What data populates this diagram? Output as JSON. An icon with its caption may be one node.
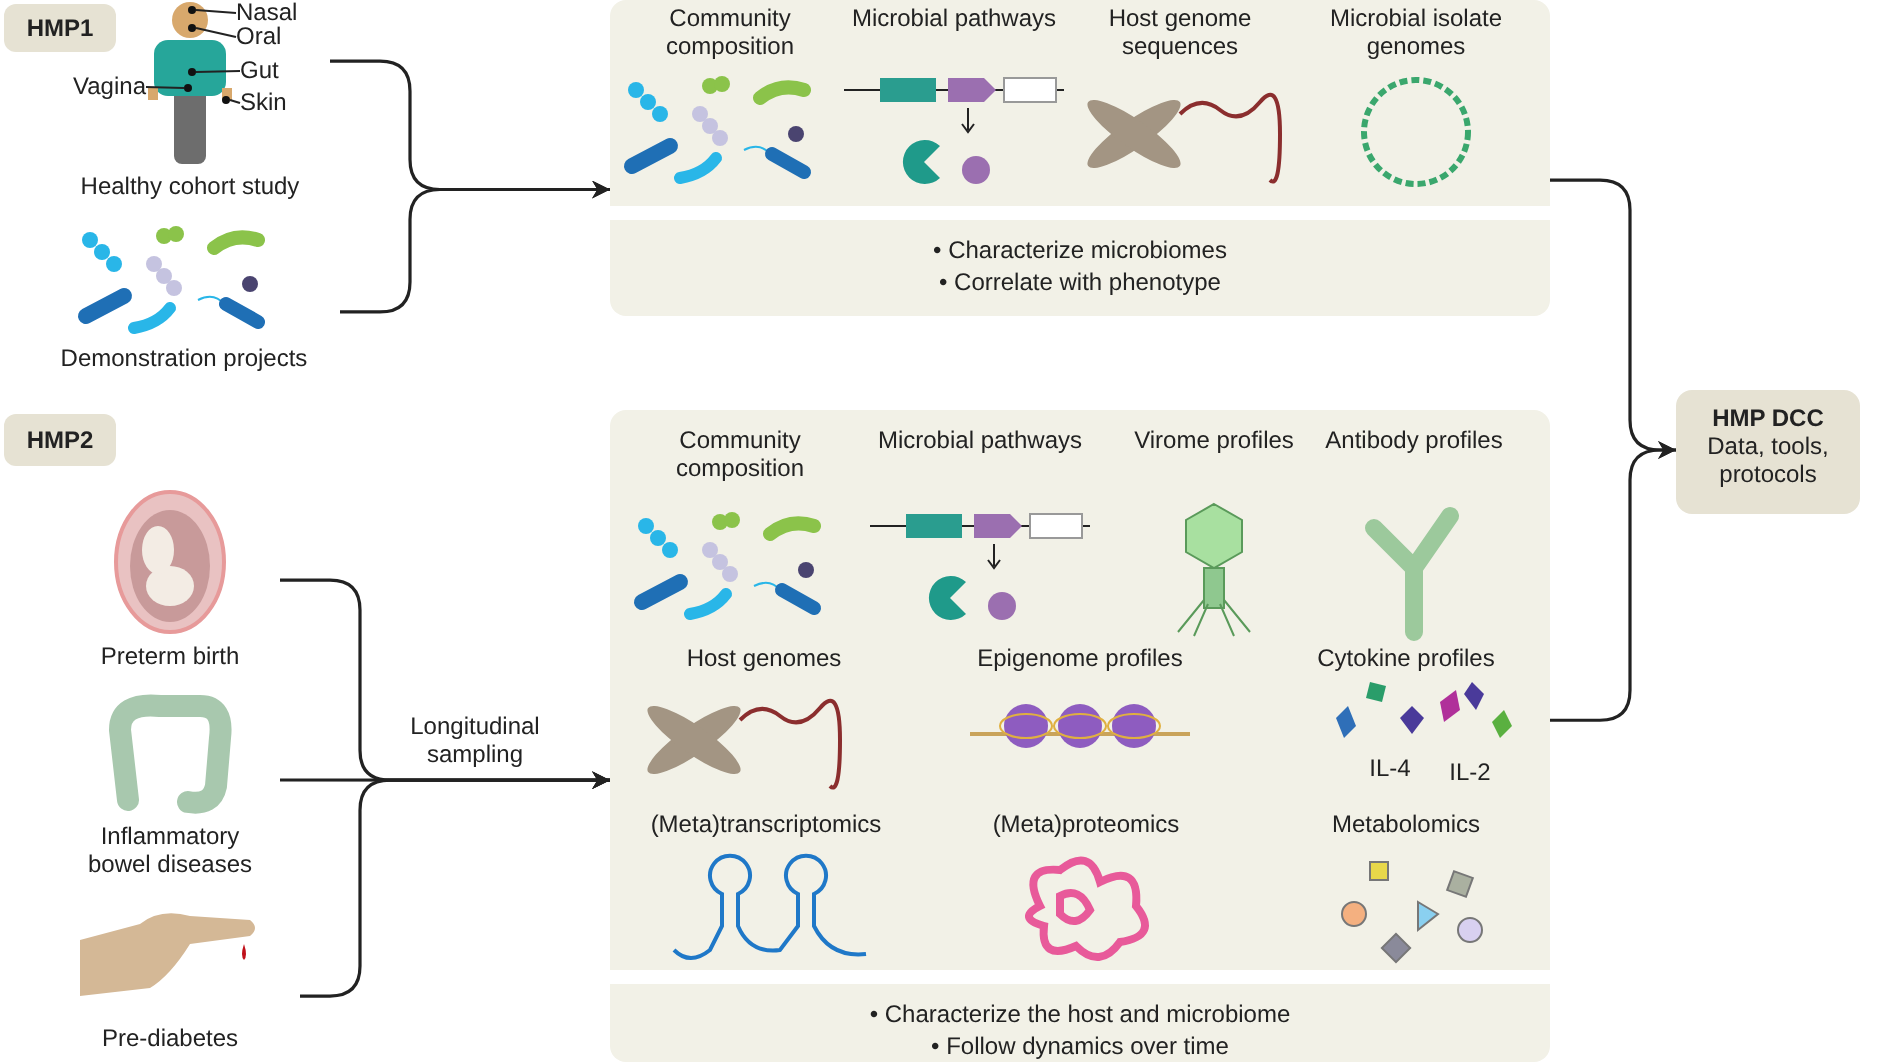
{
  "diagram": {
    "nodes": [
      {
        "text": [
          "HMP1"
        ]
      },
      {
        "text": [
          "Healthy cohort study"
        ]
      },
      {
        "text": [
          "Nasal"
        ],
        "in": 1
      },
      {
        "text": [
          "Oral"
        ],
        "in": 1
      },
      {
        "text": [
          "Gut"
        ],
        "in": 1
      },
      {
        "text": [
          "Vagina"
        ],
        "in": 1
      },
      {
        "text": [
          "Skin"
        ],
        "in": 1
      },
      {
        "text": [],
        "shape": "circle",
        "in": 1
      },
      {
        "text": [],
        "shape": "circle",
        "in": 1
      },
      {
        "text": [],
        "shape": "circle",
        "in": 1
      },
      {
        "text": [],
        "shape": "circle",
        "in": 1
      },
      {
        "text": [],
        "shape": "circle",
        "in": 1
      },
      {
        "text": [
          "Demonstration projects"
        ]
      },
      {
        "text": [
          "Community composition",
          "Microbial pathways",
          "Host genome sequences",
          "Microbial isolate genomes"
        ]
      },
      {
        "text": [
          "• Characterize microbiomes",
          "• Correlate with phenotype"
        ]
      },
      {
        "text": [
          "HMP2"
        ]
      },
      {
        "text": [
          "Preterm birth"
        ]
      },
      {
        "text": [
          "Inflammatory bowel diseases"
        ]
      },
      {
        "text": [
          "Pre-diabetes"
        ]
      },
      {
        "text": [
          "Community composition",
          "Microbial pathways",
          "Virome profiles",
          "Antibody profiles",
          "Host genomes",
          "Epigenome profiles",
          "Cytokine profiles",
          "(Meta)transcriptomics",
          "(Meta)proteomics",
          "Metabolomics"
        ]
      },
      {
        "text": [
          "• Characterize the host and microbiome",
          "• Follow dynamics over time"
        ]
      },
      {
        "text": [
          "HMP DCC",
          "Data, tools, protocols"
        ]
      }
    ],
    "edges": [
      {
        "from": 2,
        "to": 7,
        "arrow": "none"
      },
      {
        "from": 3,
        "to": 8,
        "arrow": "none"
      },
      {
        "from": 4,
        "to": 9,
        "arrow": "none"
      },
      {
        "from": 5,
        "to": 10,
        "arrow": "none"
      },
      {
        "from": 6,
        "to": 11,
        "arrow": "none"
      },
      {
        "from": 1,
        "to": 13,
        "arrow": "to"
      },
      {
        "from": 12,
        "to": 13,
        "arrow": "to"
      },
      {
        "from": 16,
        "to": 19,
        "arrow": "to"
      },
      {
        "from": 17,
        "to": 19,
        "arrow": "to"
      },
      {
        "from": 18,
        "to": 19,
        "arrow": "to"
      },
      {
        "from": 13,
        "to": 21,
        "arrow": "to"
      },
      {
        "from": 19,
        "to": 21,
        "arrow": "to"
      }
    ],
    "labels": [
      "Longitudinal sampling",
      "IL-4",
      "IL-2"
    ]
  }
}
